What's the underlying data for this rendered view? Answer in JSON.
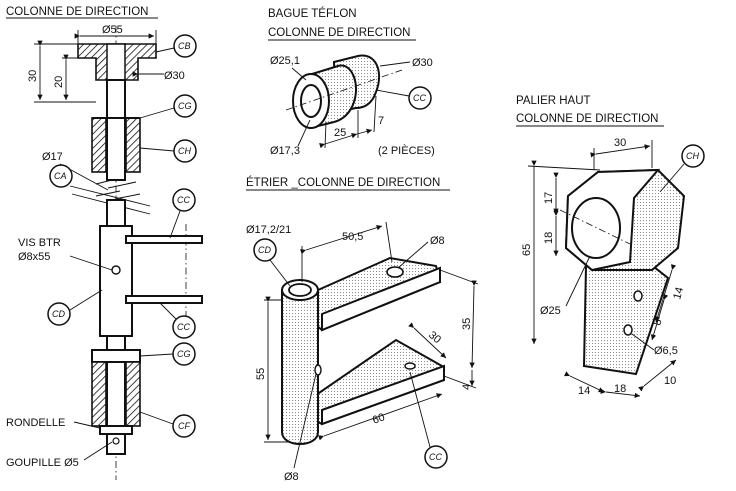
{
  "views": {
    "colonne": {
      "title": "COLONNE DE DIRECTION",
      "dims": {
        "d55": "Ø55",
        "d30": "Ø30",
        "h30": "30",
        "h20": "20",
        "d17": "Ø17"
      },
      "labels": {
        "vis": "VIS BTR",
        "vis_size": "Ø8x55",
        "rondelle": "RONDELLE",
        "goupille": "GOUPILLE Ø5"
      },
      "bubbles": {
        "cb": "CB",
        "cg1": "CG",
        "ch": "CH",
        "ca": "CA",
        "cc1": "CC",
        "cd": "CD",
        "cc2": "CC",
        "cg2": "CG",
        "cf": "CF"
      }
    },
    "bague": {
      "title_line1": "BAGUE TÉFLON",
      "title_line2": "COLONNE DE DIRECTION",
      "dims": {
        "d251": "Ø25,1",
        "d30": "Ø30",
        "d173": "Ø17,3",
        "l25": "25",
        "l7": "7"
      },
      "note": "(2 PIÈCES)",
      "bubbles": {
        "cc": "CC"
      }
    },
    "palier": {
      "title_line1": "PALIER HAUT",
      "title_line2": "COLONNE DE DIRECTION",
      "dims": {
        "w30": "30",
        "h17": "17",
        "h18": "18",
        "h65": "65",
        "d25": "Ø25",
        "h14": "14",
        "h8": "8",
        "d65": "Ø6,5",
        "w10": "10",
        "w14": "14",
        "w18": "18"
      },
      "bubbles": {
        "ch": "CH"
      }
    },
    "etrier": {
      "title": "ÉTRIER _COLONNE DE DIRECTION",
      "dims": {
        "d172": "Ø17,2/21",
        "l505": "50,5",
        "d8a": "Ø8",
        "h35": "35",
        "h55": "55",
        "w30": "30",
        "t4": "4",
        "l60": "60",
        "d8b": "Ø8"
      },
      "bubbles": {
        "cd": "CD",
        "cc": "CC"
      }
    }
  }
}
